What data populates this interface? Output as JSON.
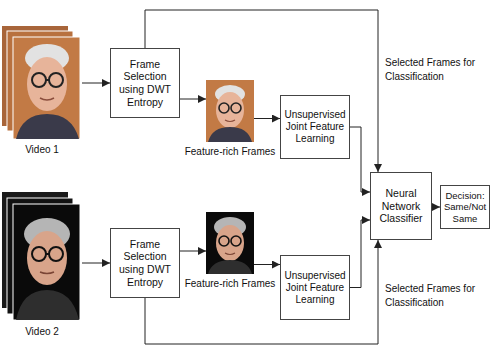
{
  "diagram": {
    "nodes": [
      {
        "text": [
          "Video 1"
        ]
      },
      {
        "text": [
          "Frame Selection using DWT Entropy"
        ]
      },
      {
        "text": [
          "Feature-rich Frames"
        ]
      },
      {
        "text": [
          "Unsupervised Joint Feature Learning"
        ]
      },
      {
        "text": [
          "Neural Network Classifier"
        ]
      },
      {
        "text": [
          "Decision: Same/Not Same"
        ]
      },
      {
        "text": [
          "Video 2"
        ]
      },
      {
        "text": [
          "Frame Selection using DWT Entropy"
        ]
      },
      {
        "text": [
          "Feature-rich Frames"
        ]
      },
      {
        "text": [
          "Unsupervised Joint Feature Learning"
        ]
      }
    ],
    "edges": [
      {
        "from": 0,
        "to": 1,
        "arrow": "to"
      },
      {
        "from": 1,
        "to": 2,
        "arrow": "to"
      },
      {
        "from": 2,
        "to": 3,
        "arrow": "to"
      },
      {
        "from": 3,
        "to": 4,
        "arrow": "to"
      },
      {
        "from": 4,
        "to": 5,
        "arrow": "to"
      },
      {
        "from": 1,
        "to": 4,
        "arrow": "to",
        "label": "Selected Frames for Classification"
      },
      {
        "from": 6,
        "to": 7,
        "arrow": "to"
      },
      {
        "from": 7,
        "to": 8,
        "arrow": "to"
      },
      {
        "from": 8,
        "to": 9,
        "arrow": "to"
      },
      {
        "from": 9,
        "to": 4,
        "arrow": "to"
      },
      {
        "from": 7,
        "to": 4,
        "arrow": "to",
        "label": "Selected Frames for Classification"
      }
    ]
  }
}
